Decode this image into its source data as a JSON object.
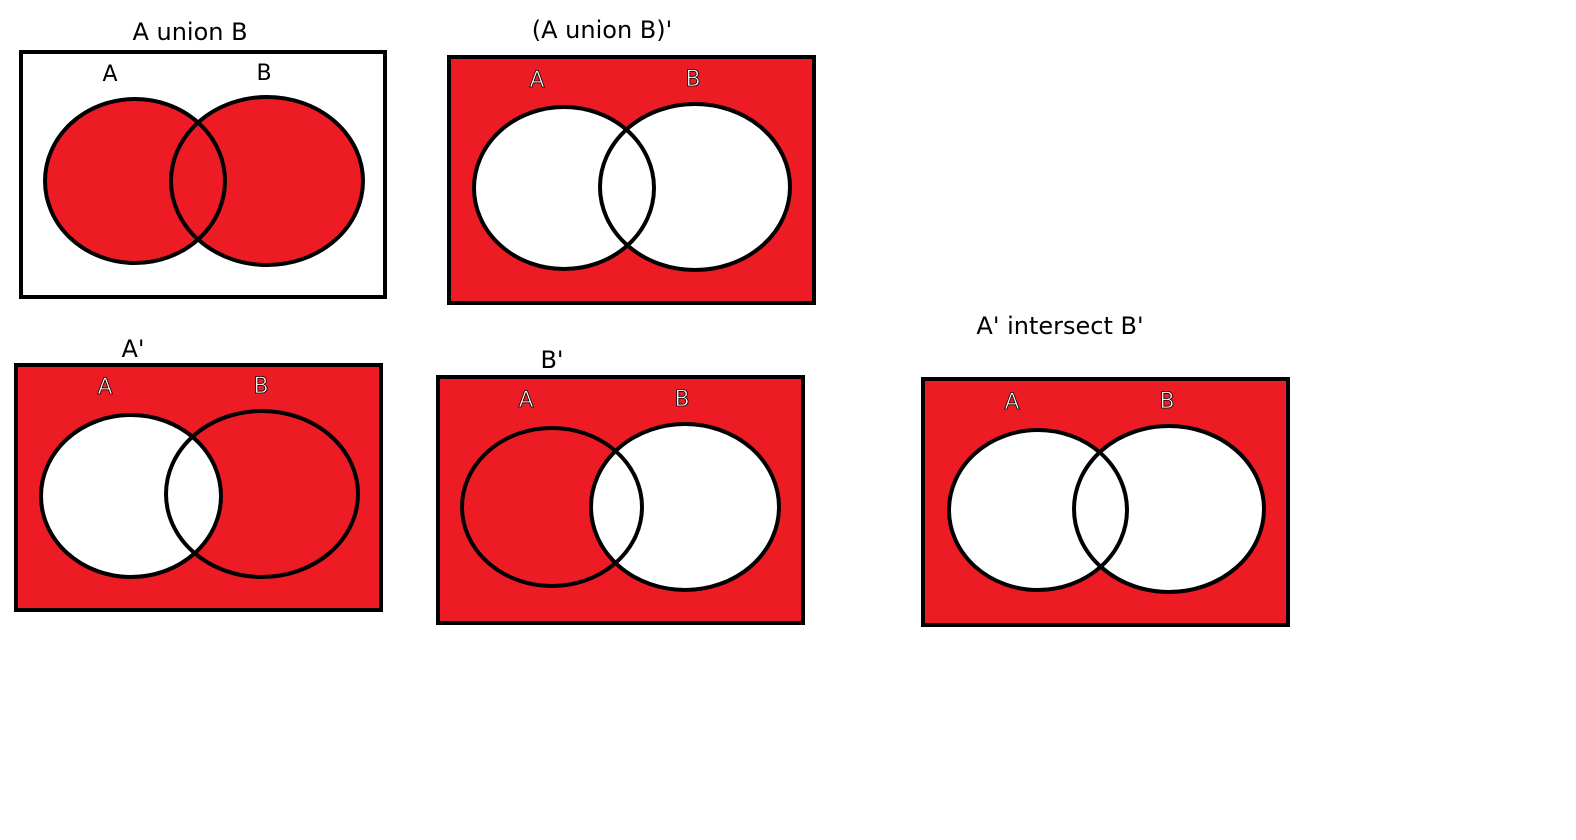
{
  "colors": {
    "fill": "#ed1c24",
    "stroke": "#000000",
    "background": "#ffffff"
  },
  "diagrams": [
    {
      "id": "a-union-b",
      "title": "A union B",
      "label_a": "A",
      "label_b": "B"
    },
    {
      "id": "a-union-b-complement",
      "title": "(A union B)'",
      "label_a": "A",
      "label_b": "B"
    },
    {
      "id": "a-complement",
      "title": "A'",
      "label_a": "A",
      "label_b": "B"
    },
    {
      "id": "b-complement",
      "title": "B'",
      "label_a": "A",
      "label_b": "B"
    },
    {
      "id": "a-complement-intersect-b-complement",
      "title": "A' intersect B'",
      "label_a": "A",
      "label_b": "B"
    }
  ]
}
